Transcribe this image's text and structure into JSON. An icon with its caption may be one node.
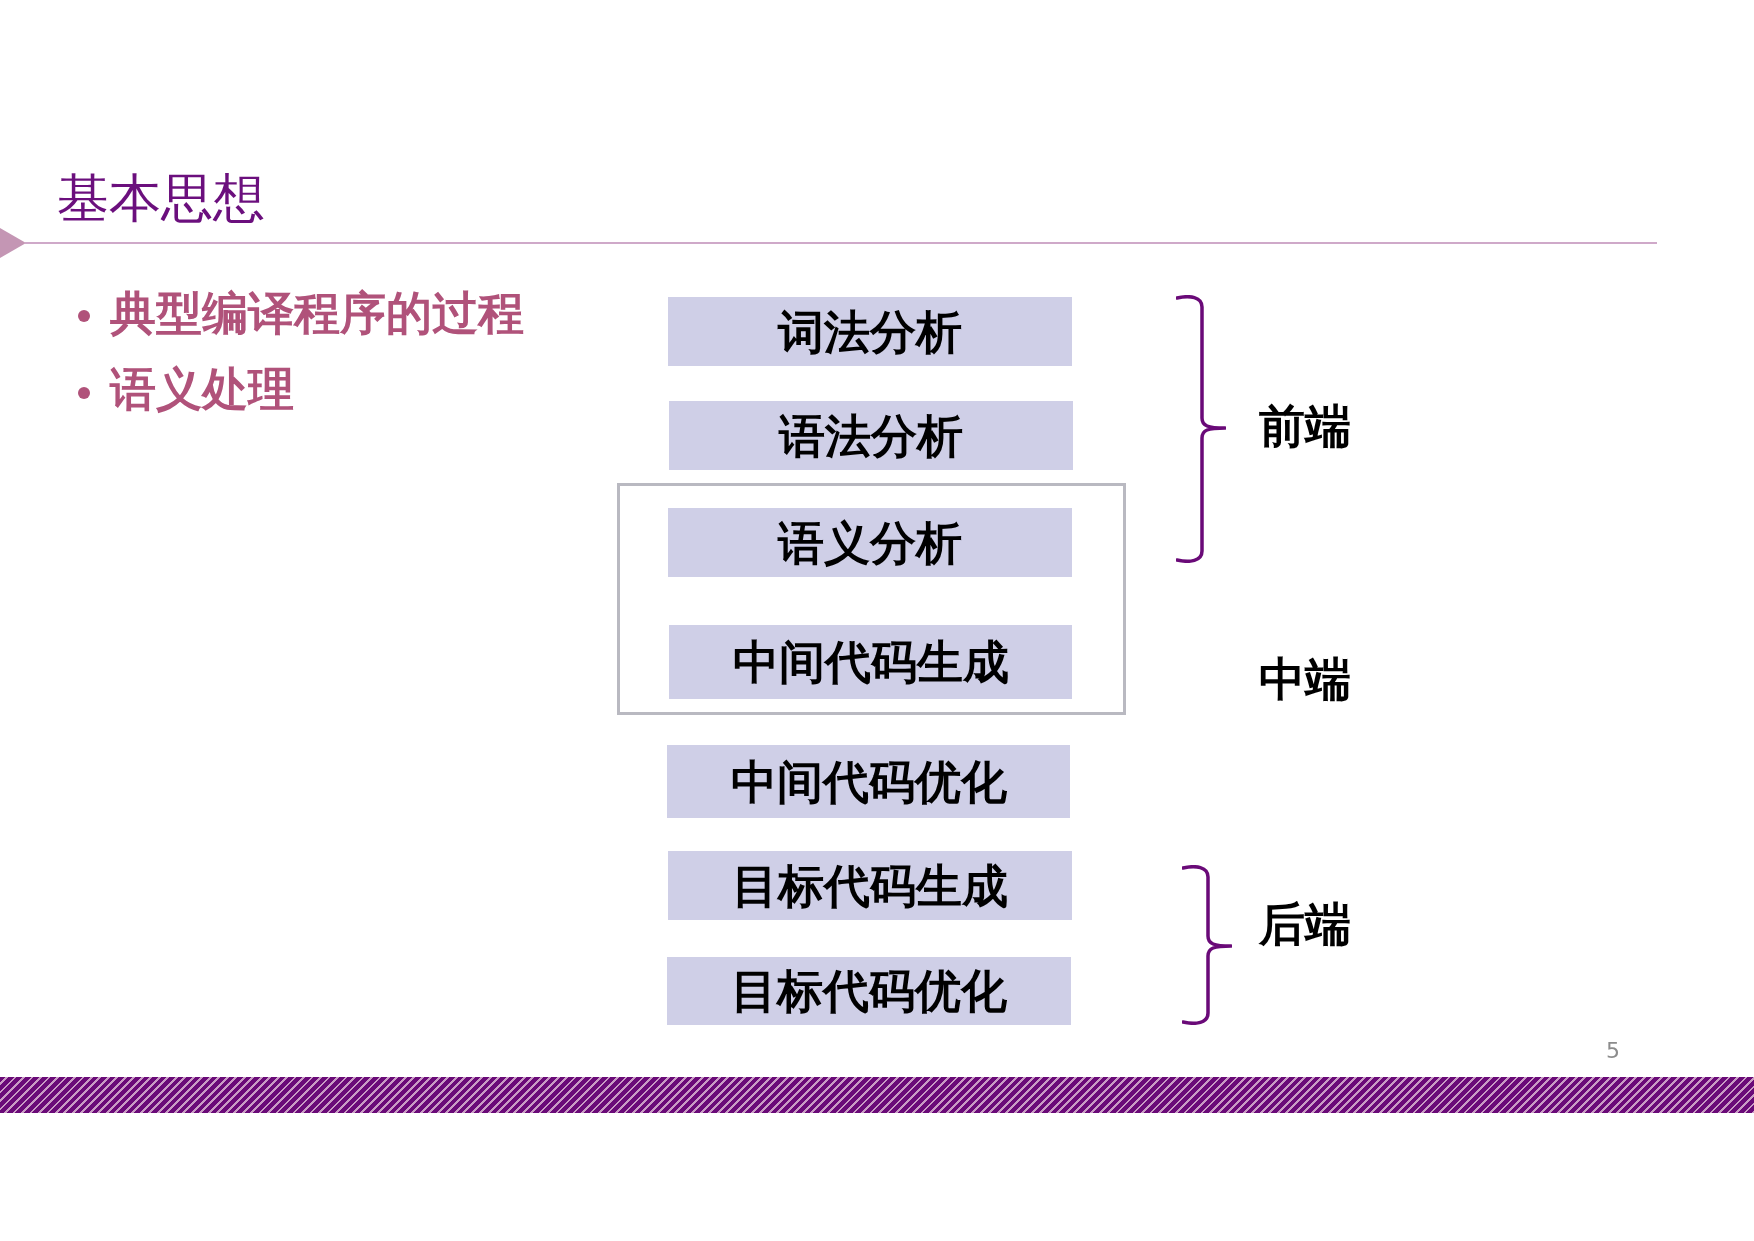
{
  "diagram": {
    "title": "基本思想",
    "nodes": [
      {
        "text": [
          "词法分析"
        ]
      },
      {
        "text": [
          "语法分析"
        ]
      },
      {
        "text": [],
        "shape": "box"
      },
      {
        "text": [
          "语义分析"
        ],
        "in": 2
      },
      {
        "text": [
          "中间代码生成"
        ],
        "in": 2
      },
      {
        "text": [
          "中间代码优化"
        ]
      },
      {
        "text": [
          "目标代码生成"
        ]
      },
      {
        "text": [
          "目标代码优化"
        ]
      }
    ],
    "labels": [
      "典型编译程序的过程",
      "语义处理",
      "前端",
      "中端",
      "后端",
      "5"
    ]
  }
}
